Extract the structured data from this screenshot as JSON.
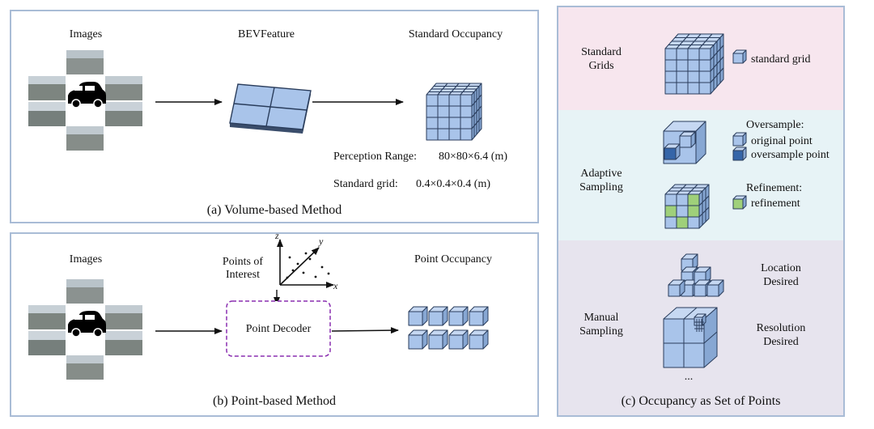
{
  "volume": {
    "images_label": "Images",
    "bev_label": "BEVFeature",
    "occ_label": "Standard Occupancy",
    "range_label": "Perception Range:",
    "range_value": "80×80×6.4 (m)",
    "grid_label": "Standard grid:",
    "grid_value": "0.4×0.4×0.4 (m)",
    "caption": "(a) Volume-based Method"
  },
  "point": {
    "images_label": "Images",
    "poi_line1": "Points of",
    "poi_line2": "Interest",
    "axis_x": "x",
    "axis_y": "y",
    "axis_z": "z",
    "decoder_label": "Point Decoder",
    "occ_label": "Point Occupancy",
    "caption": "(b) Point-based Method"
  },
  "sets": {
    "standard_line1": "Standard",
    "standard_line2": "Grids",
    "standard_grid_legend": "standard grid",
    "adaptive_line1": "Adaptive",
    "adaptive_line2": "Sampling",
    "oversample_title": "Oversample:",
    "original_point": "original point",
    "oversample_point": "oversample point",
    "refinement_title": "Refinement:",
    "refinement": "refinement",
    "manual_line1": "Manual",
    "manual_line2": "Sampling",
    "location_line1": "Location",
    "location_line2": "Desired",
    "resolution_line1": "Resolution",
    "resolution_line2": "Desired",
    "ellipsis": "...",
    "caption": "(c) Occupancy as Set of Points"
  },
  "colors": {
    "panel_border": "#a9bcd6",
    "cube_face": "#a9c4ea",
    "cube_top": "#c6d8f2",
    "cube_side": "#87a7d3",
    "cube_edge": "#2a3d5c",
    "oversample": "#3565a8",
    "refine": "#9fd07a",
    "standard_bg": "#f7e6ee",
    "adaptive_bg": "#e7f3f6",
    "manual_bg": "#e7e4ee",
    "decoder_border": "#8a2fb0"
  }
}
